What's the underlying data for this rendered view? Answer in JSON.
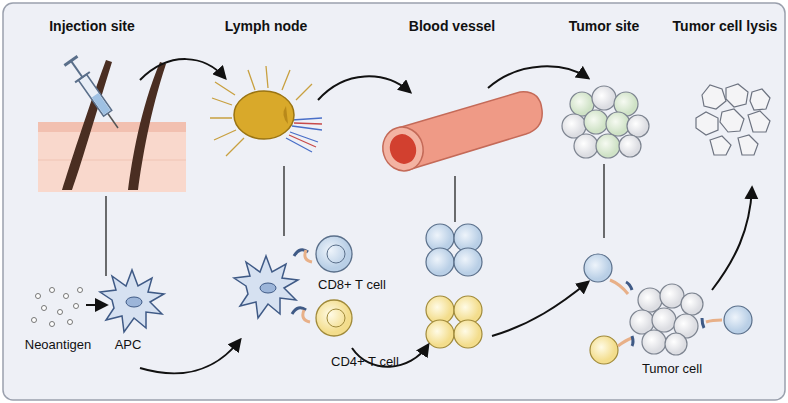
{
  "diagram": {
    "labels": [
      "Injection site",
      "Lymph node",
      "Blood vessel",
      "Tumor site",
      "Tumor cell lysis",
      "Neoantigen",
      "APC",
      "CD8+ T cell",
      "CD4+ T cell",
      "Tumor cell"
    ]
  }
}
